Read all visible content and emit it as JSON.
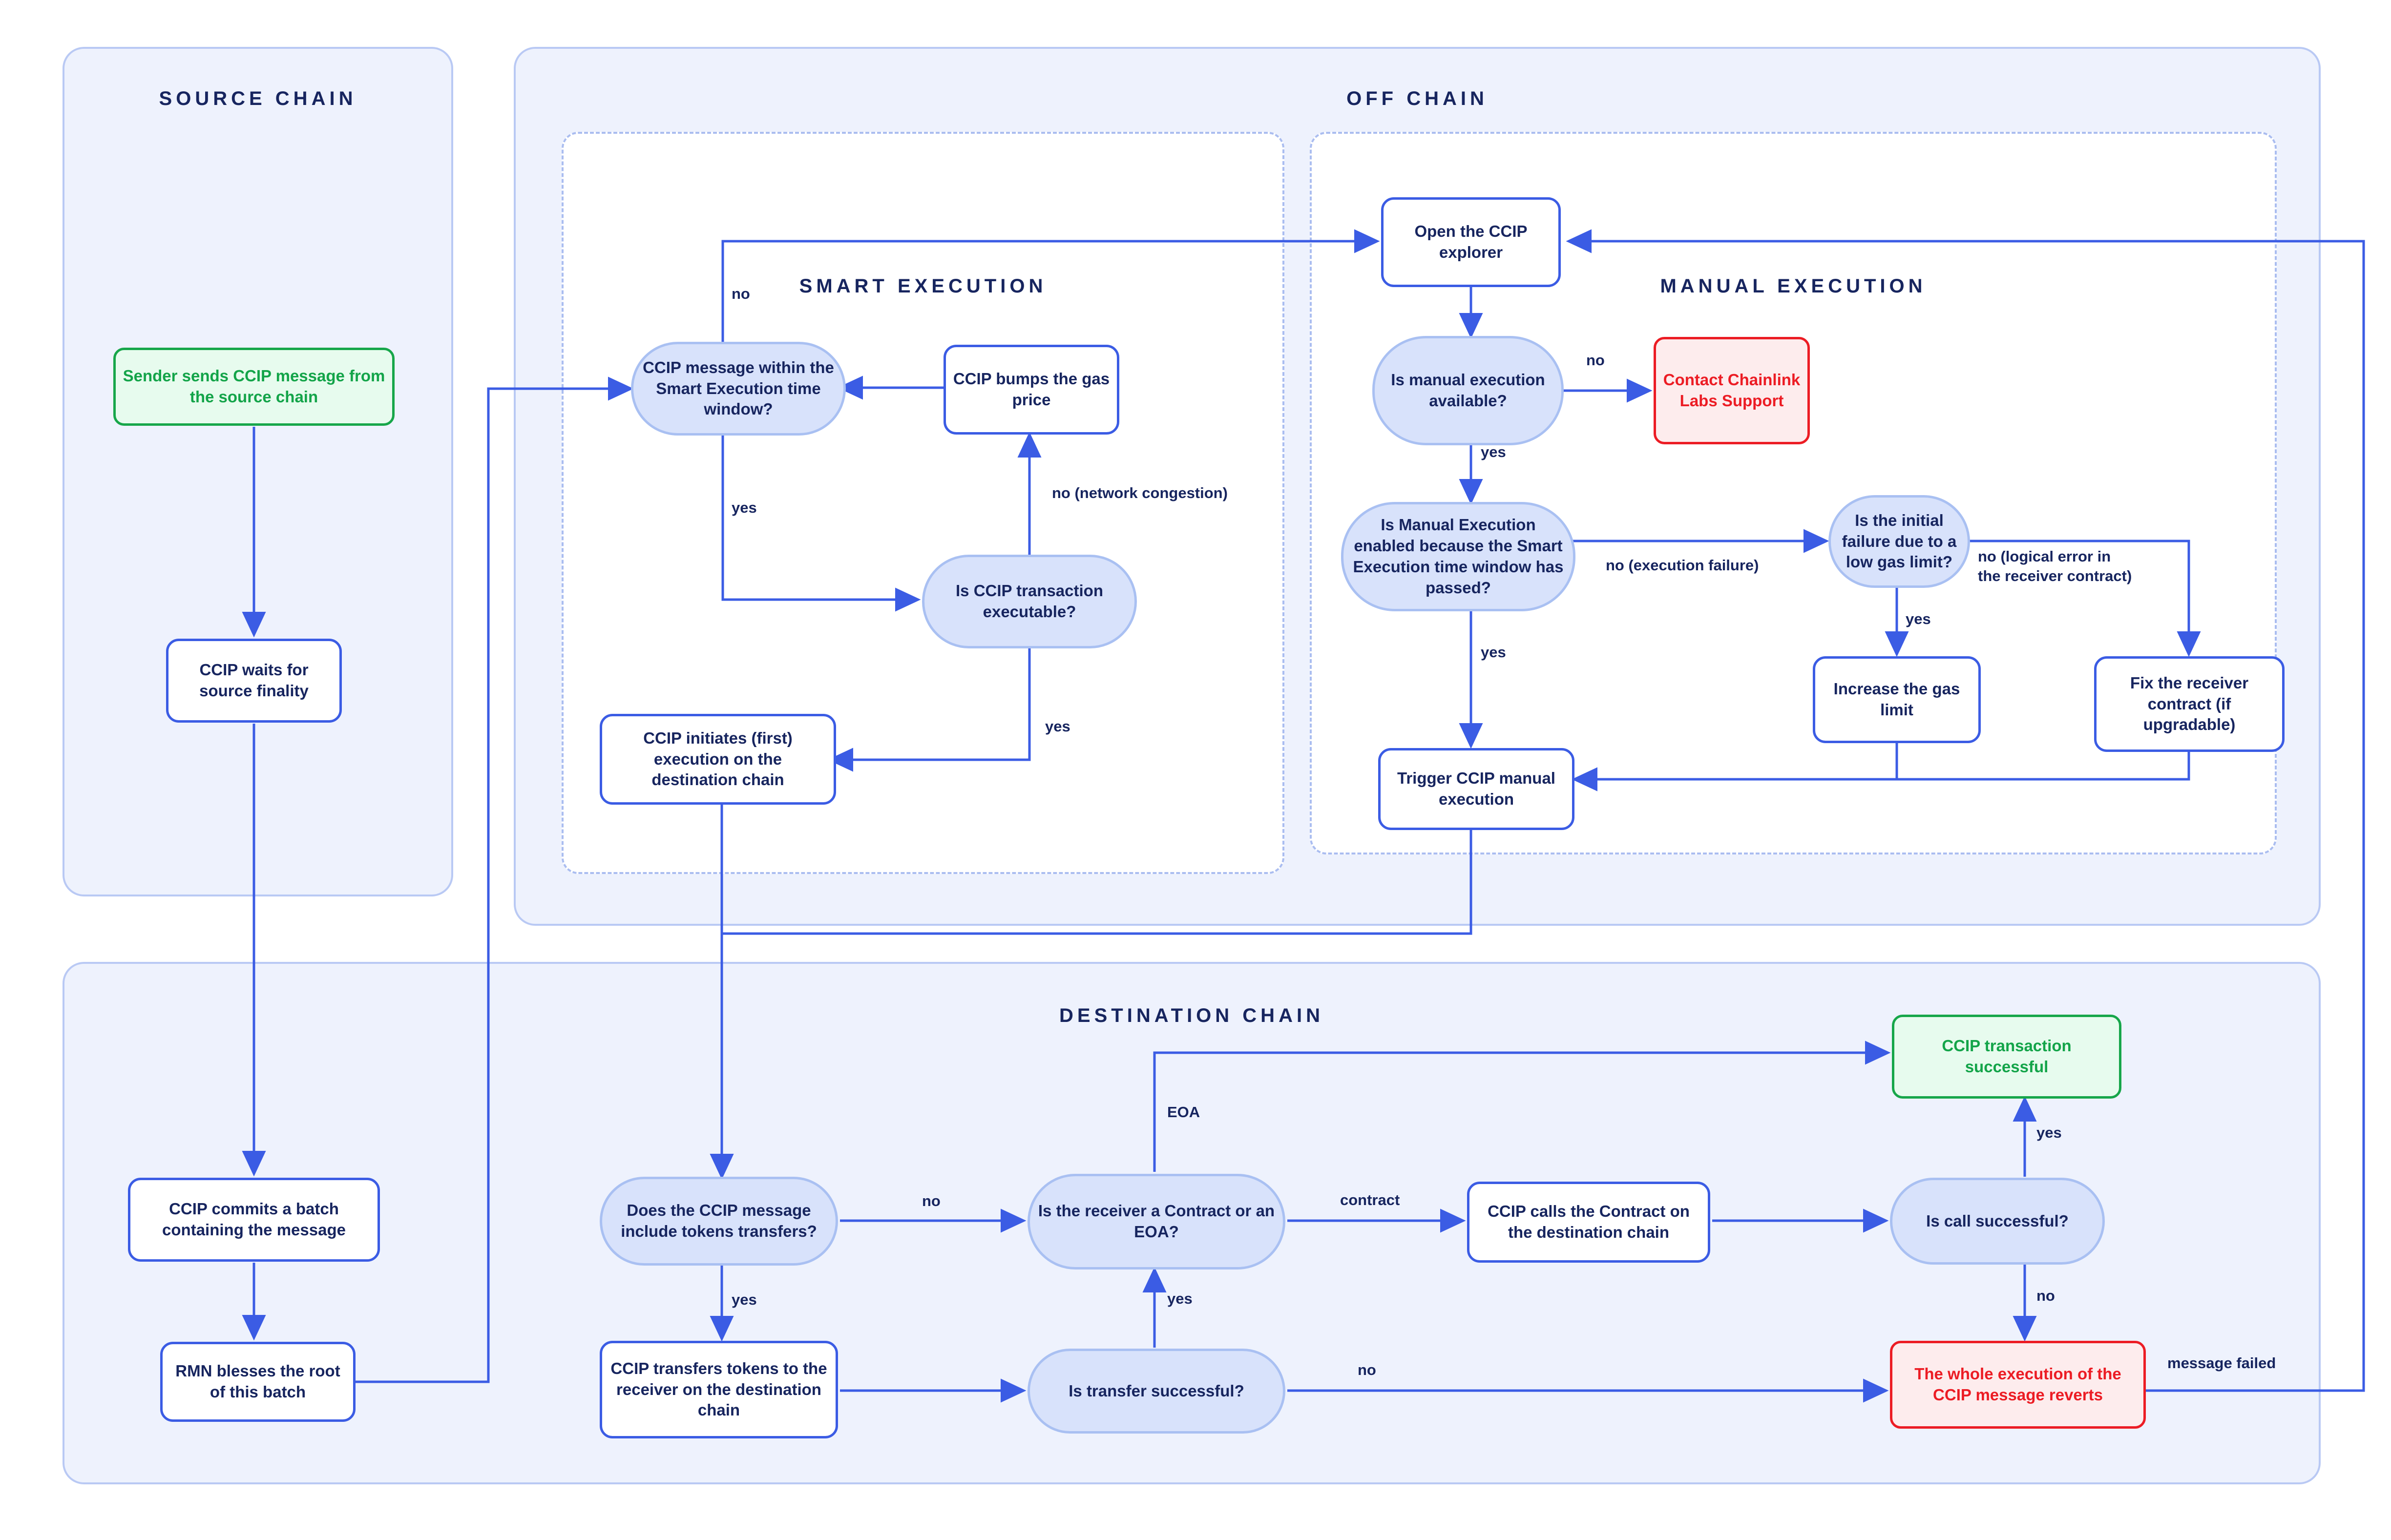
{
  "groups": {
    "source_chain": "SOURCE CHAIN",
    "off_chain": "OFF CHAIN",
    "smart_execution": "SMART EXECUTION",
    "manual_execution": "MANUAL EXECUTION",
    "destination_chain": "DESTINATION CHAIN"
  },
  "nodes": {
    "sender_sends": "Sender sends CCIP message from the source chain",
    "waits_finality": "CCIP waits for source finality",
    "commits_batch": "CCIP commits a batch containing the message",
    "rmn_blesses": "RMN blesses the root of this batch",
    "msg_within_window": "CCIP message within the Smart Execution time window?",
    "bumps_gas": "CCIP bumps the gas price",
    "tx_executable": "Is CCIP transaction executable?",
    "initiates_exec": "CCIP initiates (first) execution on the destination chain",
    "open_explorer": "Open the CCIP explorer",
    "manual_available": "Is manual execution available?",
    "contact_support": "Contact Chainlink Labs Support",
    "manual_enabled": "Is Manual Execution enabled because the Smart Execution time window has passed?",
    "initial_failure": "Is the initial failure due to a low gas limit?",
    "increase_gas": "Increase the gas limit",
    "fix_receiver": "Fix the receiver contract (if upgradable)",
    "trigger_manual": "Trigger CCIP manual execution",
    "include_tokens": "Does the CCIP message include tokens transfers?",
    "transfers_tokens": "CCIP transfers tokens to the receiver on the destination chain",
    "transfer_successful": "Is transfer successful?",
    "receiver_type": "Is the receiver a Contract or an EOA?",
    "calls_contract": "CCIP calls the Contract on the destination chain",
    "call_successful": "Is call successful?",
    "tx_successful": "CCIP transaction successful",
    "reverts": "The whole execution of the CCIP message reverts"
  },
  "edge_labels": {
    "no_window": "no",
    "yes_window": "yes",
    "no_congestion": "no (network congestion)",
    "yes_executable": "yes",
    "no_manual": "no",
    "yes_manual": "yes",
    "no_execution_failure": "no (execution failure)",
    "yes_manual_enabled": "yes",
    "no_logical_error": "no (logical error in the receiver contract)",
    "yes_low_gas": "yes",
    "no_tokens": "no",
    "yes_tokens": "yes",
    "eoa": "EOA",
    "contract": "contract",
    "yes_transfer": "yes",
    "no_transfer": "no",
    "yes_call": "yes",
    "no_call": "no",
    "message_failed": "message failed"
  },
  "colors": {
    "line": "#3b5ce4",
    "group_fill": "#eef2fd",
    "group_border": "#b9c9f4",
    "decision_fill": "#d8e2fb",
    "decision_border": "#a9c0f2",
    "process_border": "#3b5ce4",
    "text_navy": "#17255f",
    "success_green": "#13a449",
    "error_red": "#ec1c24"
  }
}
